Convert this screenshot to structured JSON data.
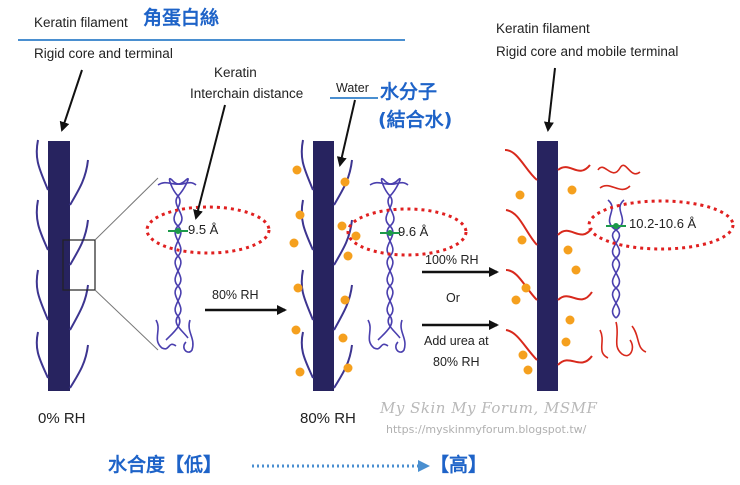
{
  "panel_left": {
    "filament_label": "Keratin filament",
    "filament_label_cn": "角蛋白絲",
    "core_label": "Rigid core and terminal",
    "interchain_label_1": "Keratin",
    "interchain_label_2": "Interchain distance",
    "distance": "9.5 Å",
    "rh": "0% RH"
  },
  "step1": {
    "arrow_label": "80% RH"
  },
  "panel_mid": {
    "water_label": "Water",
    "water_label_cn": "水分子",
    "water_label_cn2": "(結合水)",
    "distance": "9.6 Å",
    "rh": "80% RH"
  },
  "step2": {
    "line1": "100% RH",
    "line2": "Or",
    "line3": "Add urea at",
    "line4": "80% RH"
  },
  "panel_right": {
    "filament_label": "Keratin filament",
    "core_label": "Rigid core and mobile terminal",
    "distance": "10.2-10.6 Å"
  },
  "watermark": {
    "name": "My Skin My Forum, MSMF",
    "url": "https://myskinmyforum.blogspot.tw/"
  },
  "scale": {
    "low": "水合度【低】",
    "high": "【高】"
  },
  "colors": {
    "filament": "#27235f",
    "chain": "#4a3fae",
    "water": "#f5a01e",
    "mobile_chain": "#d8291c",
    "highlight": "#e02020",
    "accent_blue": "#4a8fd0",
    "cn_text": "#1e63c8"
  }
}
